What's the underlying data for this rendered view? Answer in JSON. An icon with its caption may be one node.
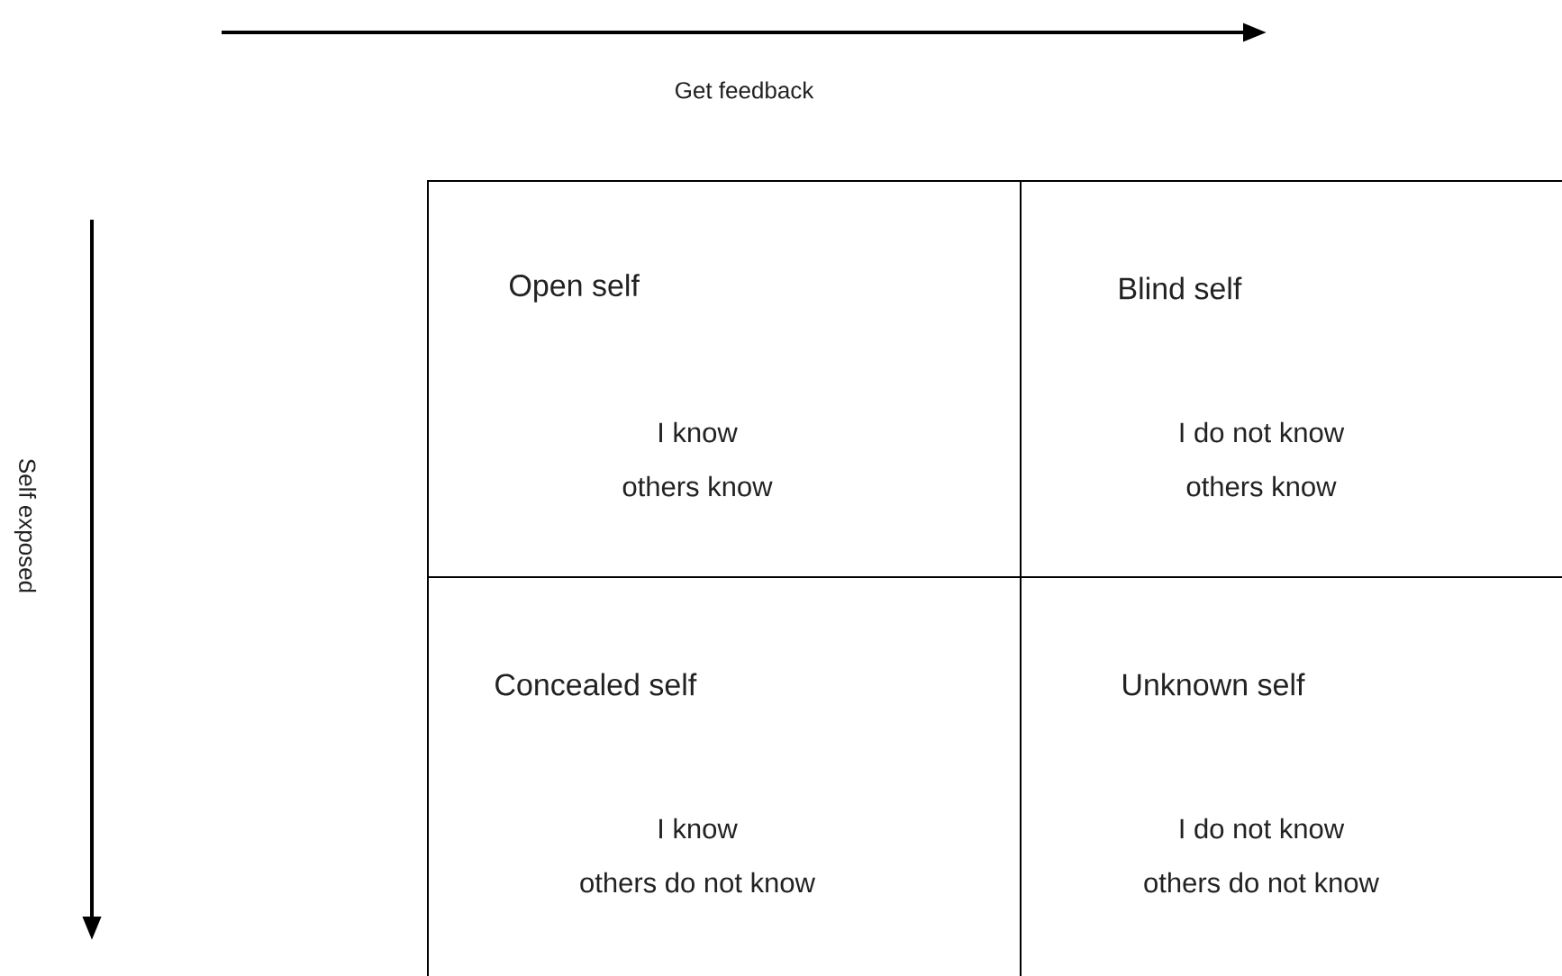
{
  "diagram": {
    "nodes": [
      {
        "text": [
          "Open self",
          "I know others know"
        ]
      },
      {
        "text": [
          "Blind self",
          "I do not know others know"
        ]
      },
      {
        "text": [
          "Concealed self",
          "I know others do not know"
        ]
      },
      {
        "text": [
          "Unknown self",
          "I do not know others do not know"
        ]
      }
    ],
    "labels": [
      "Get feedback",
      "Self exposed"
    ]
  }
}
